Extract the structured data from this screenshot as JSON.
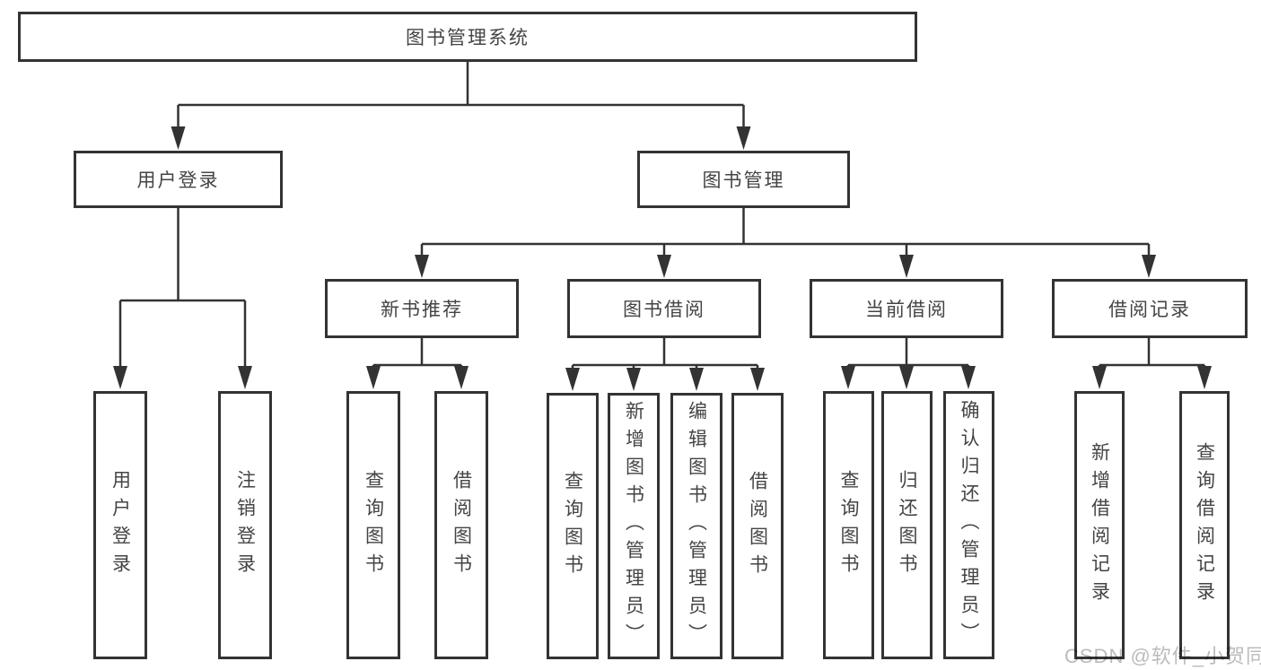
{
  "tree": {
    "root": {
      "label": "图书管理系统",
      "children": [
        {
          "label": "用户登录",
          "children": [
            {
              "label": "用户登录"
            },
            {
              "label": "注销登录"
            }
          ]
        },
        {
          "label": "图书管理",
          "children": [
            {
              "label": "新书推荐",
              "children": [
                {
                  "label": "查询图书"
                },
                {
                  "label": "借阅图书"
                }
              ]
            },
            {
              "label": "图书借阅",
              "children": [
                {
                  "label": "查询图书"
                },
                {
                  "label": "新增图书（管理员）"
                },
                {
                  "label": "编辑图书（管理员）"
                },
                {
                  "label": "借阅图书"
                }
              ]
            },
            {
              "label": "当前借阅",
              "children": [
                {
                  "label": "查询图书"
                },
                {
                  "label": "归还图书"
                },
                {
                  "label": "确认归还（管理员）"
                }
              ]
            },
            {
              "label": "借阅记录",
              "children": [
                {
                  "label": "新增借阅记录"
                },
                {
                  "label": "查询借阅记录"
                }
              ]
            }
          ]
        }
      ]
    }
  },
  "watermark": {
    "text": "CSDN @软件_小贺同学"
  },
  "colors": {
    "line": "#333333",
    "node_border": "#333333",
    "node_text": "#444444",
    "background": "#ffffff",
    "watermark": "#b9b9b9"
  }
}
